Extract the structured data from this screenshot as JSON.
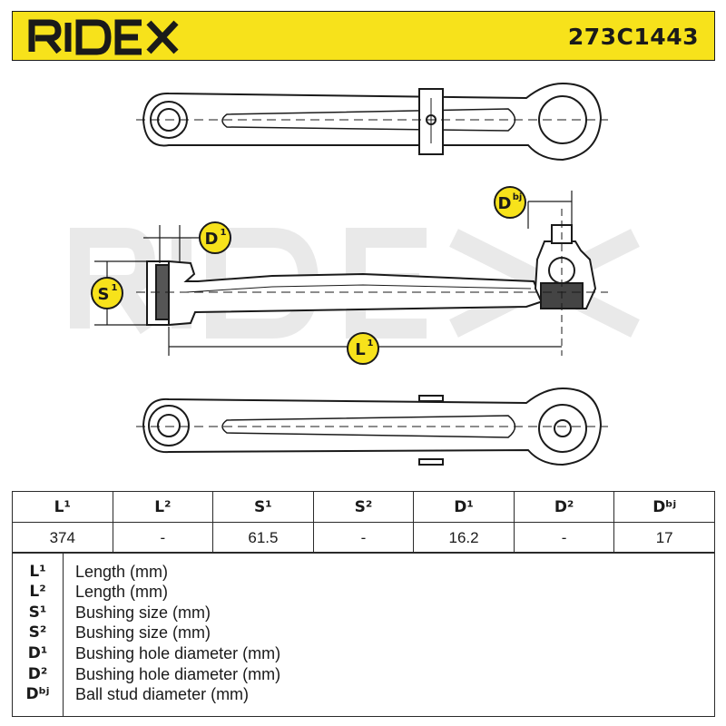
{
  "header": {
    "brand": "RIDEX",
    "part_number": "273C1443",
    "brand_color": "#1a1a1a",
    "bar_color": "#f7e21b"
  },
  "drawing": {
    "watermark": "RIDEX",
    "callouts": {
      "d_bj": {
        "base": "D",
        "sup": "bj"
      },
      "d1": {
        "base": "D",
        "sup": "1"
      },
      "s1": {
        "base": "S",
        "sup": "1"
      },
      "l1": {
        "base": "L",
        "sup": "1"
      }
    },
    "callout_color": "#f7e21b"
  },
  "table": {
    "headers": [
      "L¹",
      "L²",
      "S¹",
      "S²",
      "D¹",
      "D²",
      "Dᵇʲ"
    ],
    "values": [
      "374",
      "-",
      "61.5",
      "-",
      "16.2",
      "-",
      "17"
    ]
  },
  "legend": [
    {
      "symbol": "L¹",
      "description": "Length (mm)"
    },
    {
      "symbol": "L²",
      "description": "Length (mm)"
    },
    {
      "symbol": "S¹",
      "description": "Bushing size (mm)"
    },
    {
      "symbol": "S²",
      "description": "Bushing size (mm)"
    },
    {
      "symbol": "D¹",
      "description": "Bushing hole diameter (mm)"
    },
    {
      "symbol": "D²",
      "description": "Bushing hole diameter (mm)"
    },
    {
      "symbol": "Dᵇʲ",
      "description": "Ball stud diameter (mm)"
    }
  ]
}
